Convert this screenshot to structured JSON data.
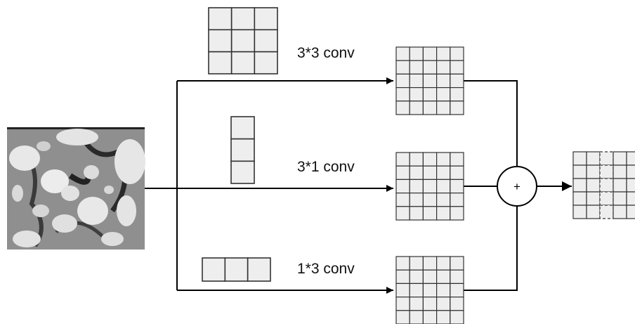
{
  "labels": {
    "conv_3x3": "3*3 conv",
    "conv_3x1": "3*1 conv",
    "conv_1x3": "1*3 conv",
    "sum_symbol": "+"
  },
  "colors": {
    "cell_fill": "#eeeeee",
    "stroke": "#000000",
    "grid_stroke": "#333333"
  },
  "icons": {
    "input": "tissue-image-icon",
    "merge": "sum-circle-icon"
  }
}
